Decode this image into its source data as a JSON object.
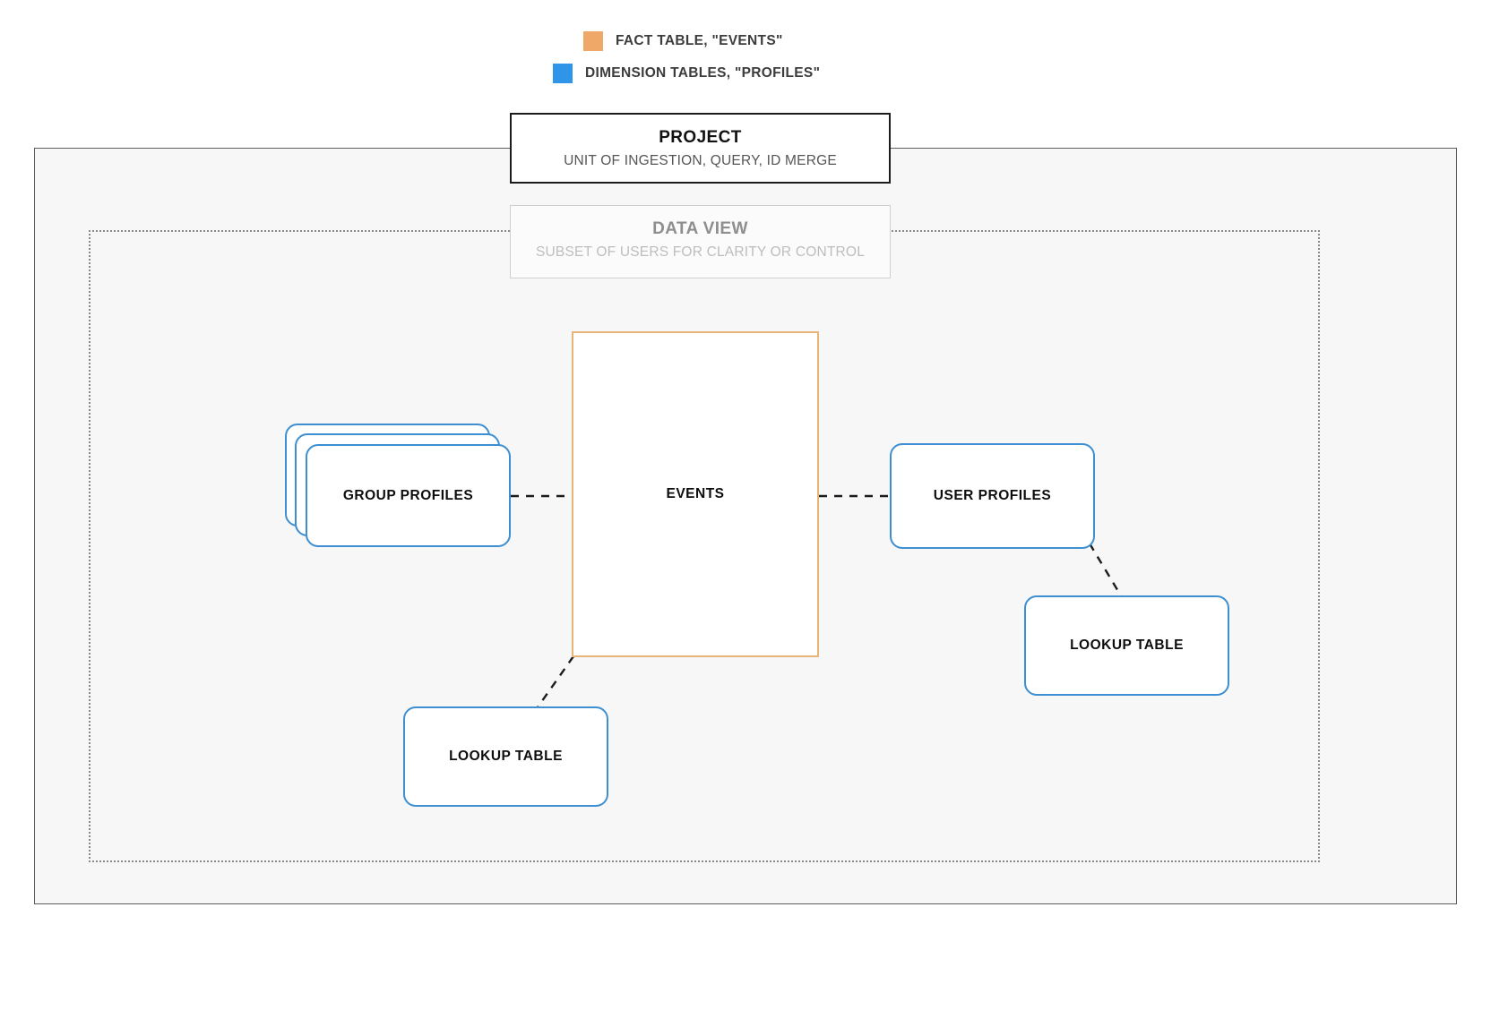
{
  "legend": {
    "items": [
      {
        "icon": "orange-square-swatch",
        "color": "#f0a868",
        "label": "FACT TABLE, \"EVENTS\""
      },
      {
        "icon": "blue-square-swatch",
        "color": "#2e95e8",
        "label": "DIMENSION TABLES, \"PROFILES\""
      }
    ]
  },
  "project": {
    "title": "PROJECT",
    "subtitle": "UNIT OF INGESTION, QUERY, ID MERGE"
  },
  "data_view": {
    "title": "DATA VIEW",
    "subtitle": "SUBSET OF USERS FOR CLARITY OR CONTROL"
  },
  "nodes": {
    "events": {
      "label": "EVENTS",
      "color": "#e8b477"
    },
    "group_profiles": {
      "label": "GROUP PROFILES",
      "color": "#3d8fd1"
    },
    "user_profiles": {
      "label": "USER PROFILES",
      "color": "#3d8fd1"
    },
    "lookup_left": {
      "label": "LOOKUP TABLE",
      "color": "#3d8fd1"
    },
    "lookup_right": {
      "label": "LOOKUP TABLE",
      "color": "#3d8fd1"
    }
  },
  "colors": {
    "fact": "#f0a868",
    "dimension": "#2e95e8",
    "region_border": "#5c5c5c",
    "region_fill": "#f7f7f7",
    "dataview_border": "#8a8a8a",
    "connector": "#1c1c1c"
  }
}
